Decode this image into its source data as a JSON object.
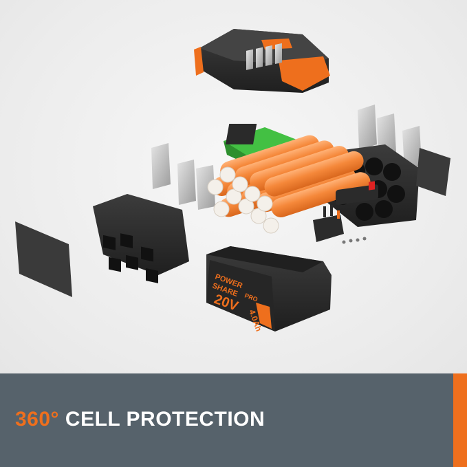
{
  "image": {
    "subject": "exploded-battery-pack",
    "brand_mark": "POWER SHARE PRO",
    "voltage": "20V",
    "capacity": "4.0Ah",
    "cell_count": 10
  },
  "banner": {
    "highlight": "360°",
    "text": " CELL PROTECTION"
  },
  "colors": {
    "accent": "#ee6f1d",
    "banner_bg": "#56626b",
    "housing": "#2b2b2b",
    "pcb": "#3fbf3f",
    "cell": "#f08a3a"
  }
}
